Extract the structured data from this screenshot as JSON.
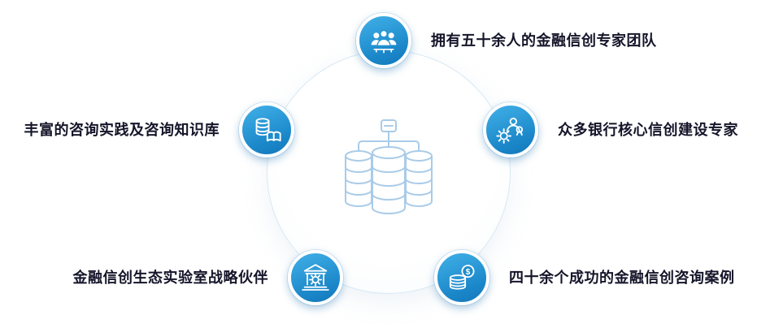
{
  "diagram": {
    "type": "radial-feature-diagram",
    "center_icon": "database-cluster-icon",
    "features": [
      {
        "label": "拥有五十余人的金融信创专家团队",
        "icon": "team-icon",
        "position": "top"
      },
      {
        "label": "众多银行核心信创建设专家",
        "icon": "expert-gear-icon",
        "position": "right"
      },
      {
        "label": "四十余个成功的金融信创咨询案例",
        "icon": "coins-icon",
        "position": "bottom-right"
      },
      {
        "label": "金融信创生态实验室战略伙伴",
        "icon": "bank-gear-icon",
        "position": "bottom-left"
      },
      {
        "label": "丰富的咨询实践及咨询知识库",
        "icon": "database-book-icon",
        "position": "left"
      }
    ],
    "colors": {
      "bubble_gradient_start": "#41B1E8",
      "bubble_gradient_end": "#1278BA",
      "bubble_ring": "#FFFFFF",
      "center_art_stroke": "#A9CBE8",
      "big_circle_border": "#D8E8F4",
      "label_color": "#15152A",
      "background": "#FFFFFF"
    }
  }
}
